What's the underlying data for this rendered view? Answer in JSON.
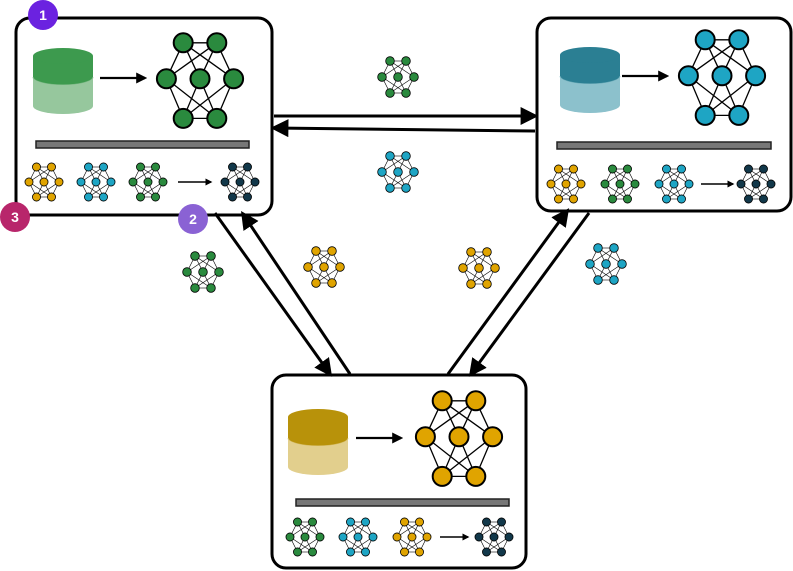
{
  "colors": {
    "green": "#2a8a3e",
    "green_dark": "#1e7a34",
    "green_db": "#3d9a4e",
    "green_db_light": "#96c79d",
    "teal": "#1ea5c4",
    "teal_db": "#2b7f93",
    "teal_db_light": "#8cc1cc",
    "gold": "#e0a400",
    "gold_db": "#b8920a",
    "gold_db_light": "#e2cf8d",
    "navy": "#12384a",
    "badge_1": "#6b22e0",
    "badge_2": "#8a62d4",
    "badge_3": "#b8266b"
  },
  "badges": [
    {
      "id": "1",
      "label": "1"
    },
    {
      "id": "2",
      "label": "2"
    },
    {
      "id": "3",
      "label": "3"
    }
  ],
  "nodes": [
    {
      "id": "client-green",
      "color": "green",
      "db_icon": "database-icon",
      "model_icon": "neural-network-icon"
    },
    {
      "id": "client-teal",
      "color": "teal",
      "db_icon": "database-icon",
      "model_icon": "neural-network-icon"
    },
    {
      "id": "client-gold",
      "color": "gold",
      "db_icon": "database-icon",
      "model_icon": "neural-network-icon"
    }
  ],
  "links": [
    {
      "from": "client-green",
      "to": "client-teal",
      "message_color": "green"
    },
    {
      "from": "client-teal",
      "to": "client-green",
      "message_color": "teal"
    },
    {
      "from": "client-green",
      "to": "client-gold",
      "message_color": "green"
    },
    {
      "from": "client-gold",
      "to": "client-green",
      "message_color": "gold"
    },
    {
      "from": "client-teal",
      "to": "client-gold",
      "message_color": "teal"
    },
    {
      "from": "client-gold",
      "to": "client-teal",
      "message_color": "gold"
    }
  ]
}
